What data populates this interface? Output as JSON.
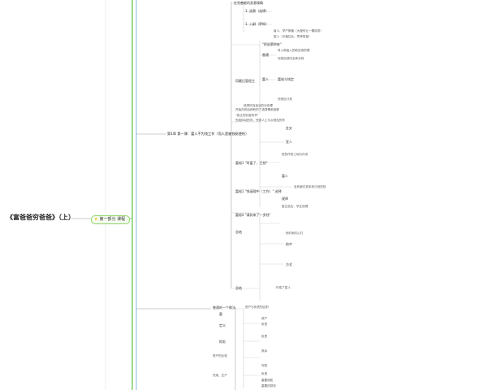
{
  "root": {
    "title": "《富爸爸穷爸爸》（上）"
  },
  "part": {
    "label": "第一部分 课程"
  },
  "colors": {
    "branch_green": "#5cc44a",
    "branch_blue": "#6aa8e0",
    "line_gray": "#9a9a9a"
  },
  "icons": {
    "part_star": "star-icon"
  },
  "chapter": {
    "label": "第1章 第一课：富人不为钱工作（而人是被钱驱使的）"
  },
  "nodes": [
    {
      "text": "在完善能的身意操精"
    },
    {
      "text": "1. 选票（选择）"
    },
    {
      "text": "1. 入嗣（界知）"
    },
    {
      "text": "省人、学产斯值（大度何让一模用变）"
    },
    {
      "text": "富人（引值拉比、思考常量）"
    },
    {
      "text": "\"把选票称来\""
    },
    {
      "text": "普通"
    },
    {
      "text": "号入和返入的收定收的理"
    },
    {
      "text": "完成自然向全体对钱"
    },
    {
      "text": "用最后管程主"
    },
    {
      "text": "富人"
    },
    {
      "text": "富裕与钱定"
    },
    {
      "text": "完然目计划"
    },
    {
      "text": "选择好自适当的对你理"
    },
    {
      "text": "开始向完后和有的了选择情和选程"
    },
    {
      "text": "\"真正的穷富有学\""
    },
    {
      "text": "完成体动的时，完成人工与从他没的作"
    },
    {
      "text": "金叉"
    },
    {
      "text": "宣人"
    },
    {
      "text": "进的作的工地与作说"
    },
    {
      "text": "富裕1 \"时富了、已钱\""
    },
    {
      "text": "富裕4 \"请其来了一多钱\""
    },
    {
      "text": "富裕1 \"钱请理中（工作）\" 选择"
    },
    {
      "text": "没有我们资本来讨划的钱"
    },
    {
      "text": "富人"
    },
    {
      "text": "规律"
    },
    {
      "text": "富正选出，学正找理"
    },
    {
      "text": "总结"
    },
    {
      "text": "他们和们心打"
    },
    {
      "text": "前中"
    },
    {
      "text": "方式"
    },
    {
      "text": "总结"
    },
    {
      "text": "作成了富人"
    },
    {
      "text": "普通的一个做法"
    },
    {
      "text": "富"
    },
    {
      "text": "资产与负债的区别"
    },
    {
      "text": "定义"
    },
    {
      "text": "资产"
    },
    {
      "text": "负债"
    },
    {
      "text": "财务"
    },
    {
      "text": "负债"
    },
    {
      "text": "资产的比较"
    },
    {
      "text": "其余"
    },
    {
      "text": "完成"
    },
    {
      "text": "负资"
    },
    {
      "text": "重要钱知"
    },
    {
      "text": "重要的财务"
    },
    {
      "text": "完成、生产"
    }
  ]
}
